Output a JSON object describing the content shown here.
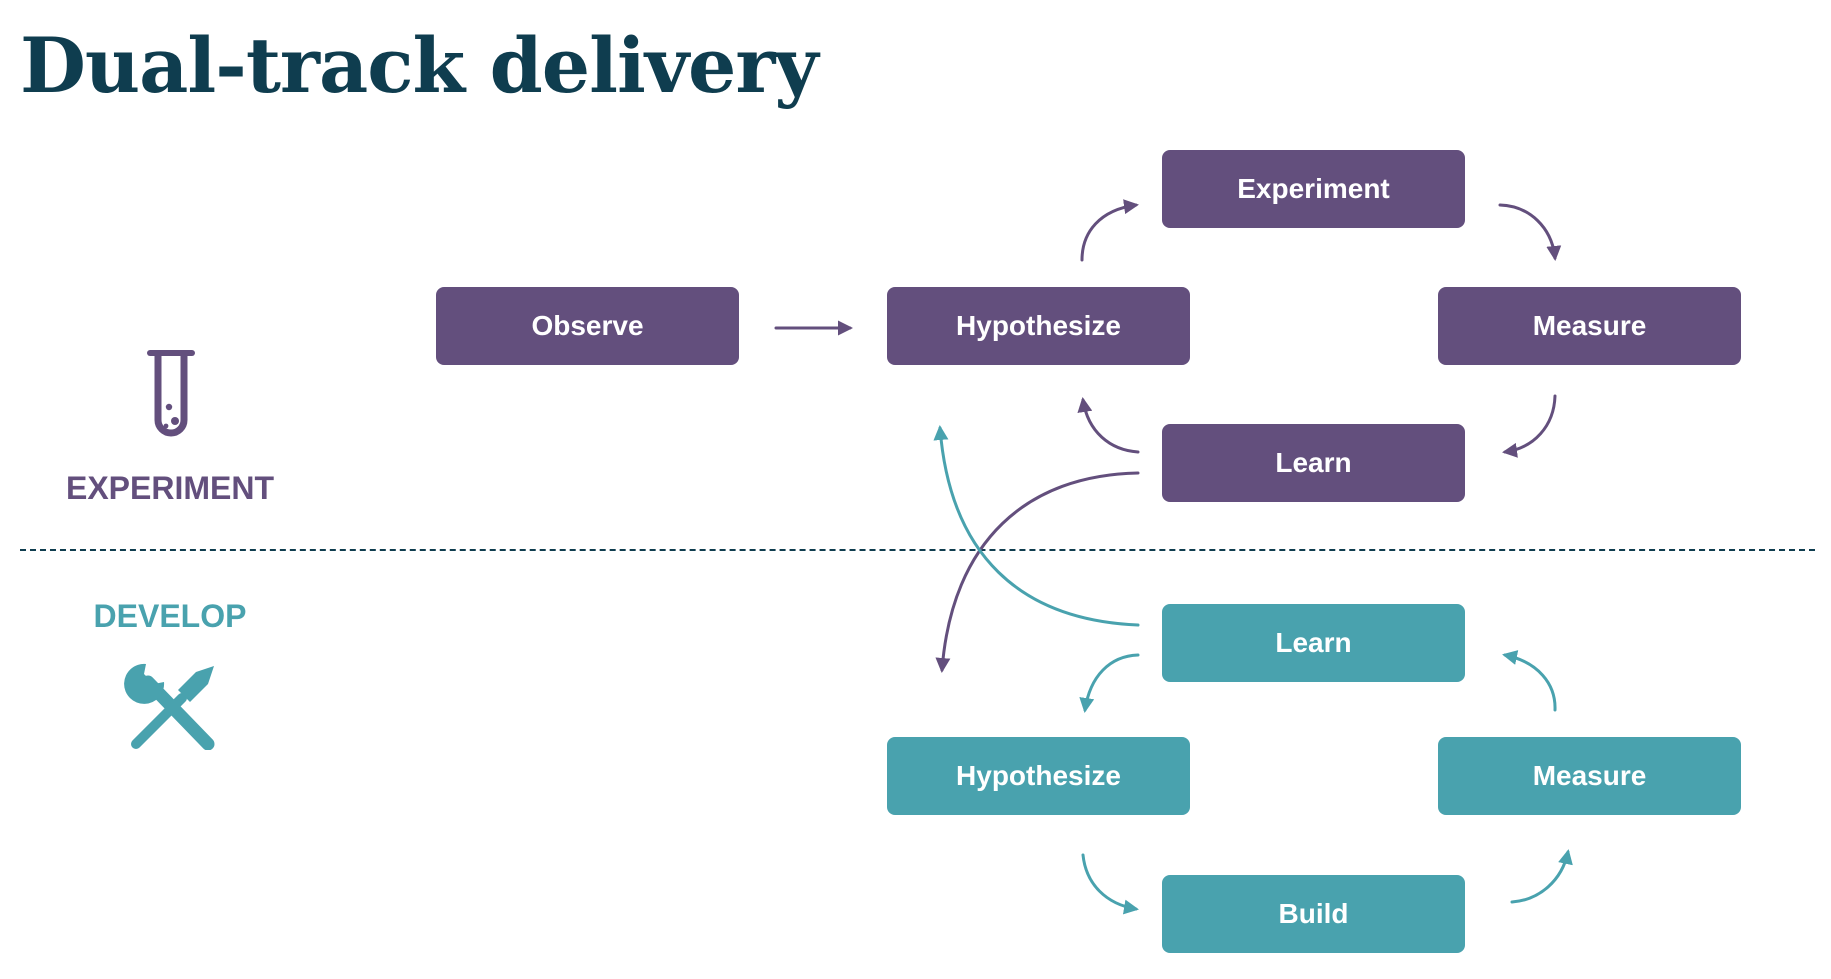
{
  "title": "Dual-track delivery",
  "colors": {
    "experiment": "#634f7d",
    "develop": "#49a2ae",
    "title": "#0f3d4f"
  },
  "experiment_track": {
    "label": "EXPERIMENT",
    "icon": "test-tube-icon",
    "boxes": {
      "observe": "Observe",
      "hypothesize": "Hypothesize",
      "experiment": "Experiment",
      "measure": "Measure",
      "learn": "Learn"
    }
  },
  "develop_track": {
    "label": "DEVELOP",
    "icon": "tools-icon",
    "boxes": {
      "learn": "Learn",
      "hypothesize": "Hypothesize",
      "measure": "Measure",
      "build": "Build"
    }
  }
}
